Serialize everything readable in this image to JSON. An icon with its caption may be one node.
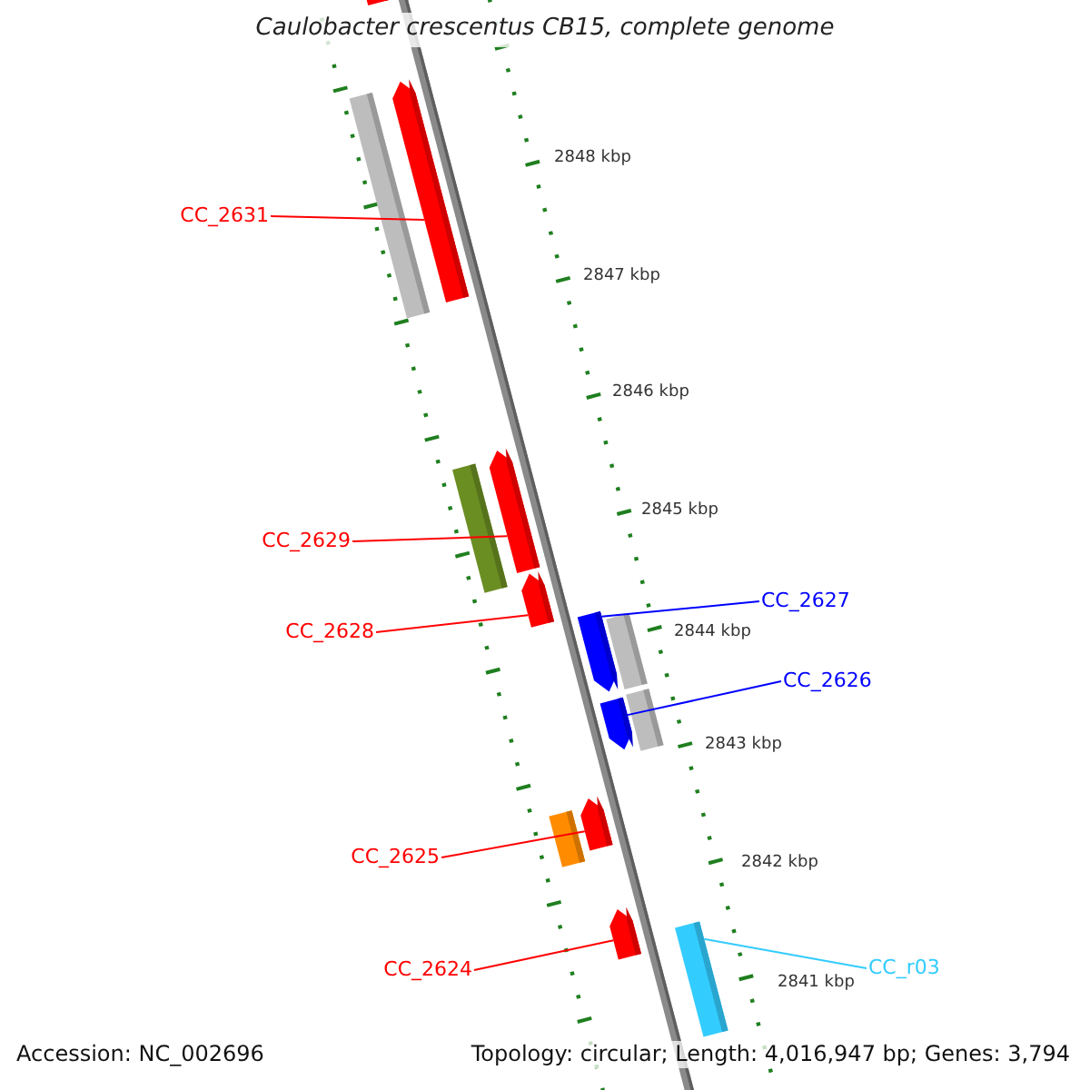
{
  "diagram": {
    "title": "Caulobacter crescentus CB15, complete genome",
    "nodes": [
      {
        "text": [
          "CC_2631"
        ]
      },
      {
        "text": [
          "CC_2629"
        ]
      },
      {
        "text": [
          "CC_2628"
        ]
      },
      {
        "text": [
          "CC_2627"
        ]
      },
      {
        "text": [
          "CC_2626"
        ]
      },
      {
        "text": [
          "CC_2625"
        ]
      },
      {
        "text": [
          "CC_2624"
        ]
      },
      {
        "text": [
          "CC_r03"
        ]
      },
      {
        "text": [],
        "shape": "bar"
      },
      {
        "text": [],
        "shape": "bar"
      },
      {
        "text": [],
        "shape": "bar"
      },
      {
        "text": [],
        "shape": "bar"
      },
      {
        "text": [],
        "shape": "bar"
      },
      {
        "text": [],
        "shape": "bar"
      },
      {
        "text": [],
        "shape": "bar"
      },
      {
        "text": [],
        "shape": "bar"
      },
      {
        "text": [],
        "shape": "bar"
      },
      {
        "text": [],
        "shape": "bar"
      },
      {
        "text": [],
        "shape": "bar"
      },
      {
        "text": [],
        "shape": "bar"
      },
      {
        "text": [],
        "shape": "bar"
      },
      {
        "text": [],
        "shape": "bar"
      }
    ],
    "edges": [
      {
        "from": 0,
        "to": 9,
        "arrow": "none"
      },
      {
        "from": 1,
        "to": 11,
        "arrow": "none"
      },
      {
        "from": 2,
        "to": 13,
        "arrow": "none"
      },
      {
        "from": 3,
        "to": 14,
        "arrow": "none",
        "color": "#0000ff"
      },
      {
        "from": 4,
        "to": 17,
        "arrow": "none",
        "color": "#0000ff"
      },
      {
        "from": 5,
        "to": 18,
        "arrow": "none"
      },
      {
        "from": 6,
        "to": 20,
        "arrow": "none"
      },
      {
        "from": 7,
        "to": 21,
        "arrow": "none",
        "color": "#33ccff"
      }
    ],
    "labels": [
      "2848 kbp",
      "2847 kbp",
      "2846 kbp",
      "2845 kbp",
      "2844 kbp",
      "2843 kbp",
      "2842 kbp",
      "2841 kbp",
      "Accession: NC_002696",
      "Topology: circular; Length: 4,016,947 bp; Genes: 3,794"
    ]
  }
}
